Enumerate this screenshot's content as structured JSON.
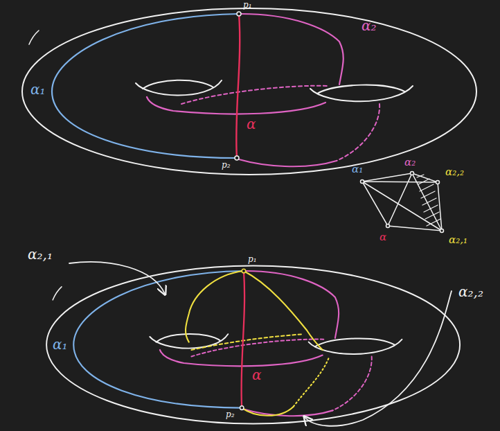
{
  "diagram": {
    "labels": [
      "p₁",
      "α₂",
      "α₁",
      "α",
      "p₂",
      "α₁",
      "α₂",
      "α₂,₂",
      "α",
      "α₂,₁",
      "α₂,₁",
      "α₂,₂",
      "p₁",
      "α₁",
      "α",
      "p₂"
    ]
  }
}
